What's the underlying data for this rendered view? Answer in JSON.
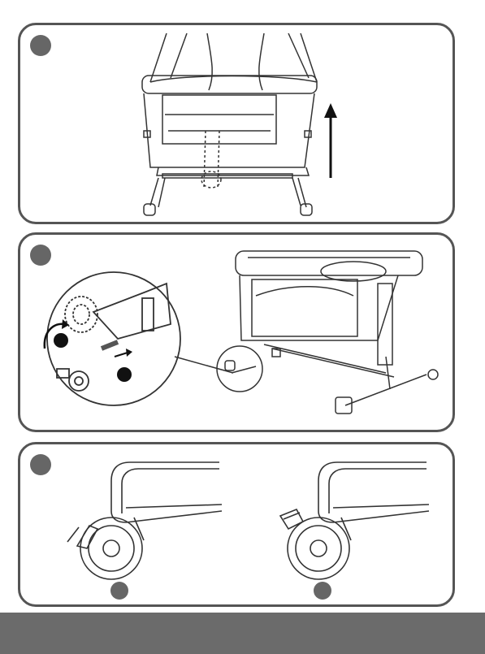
{
  "document": {
    "colors": {
      "panel_border": "#555555",
      "step_dot": "#666666",
      "footer_bar": "#6b6b6b",
      "line": "#333333"
    },
    "panels": [
      {
        "id": "raise-bassinet",
        "icons": [
          "step-marker-icon",
          "crib-raised-illustration",
          "up-arrow-icon"
        ]
      },
      {
        "id": "height-adjust-detail",
        "icons": [
          "step-marker-icon",
          "crib-side-view-illustration",
          "magnifier-callout-icon",
          "rotate-arrow-icon",
          "press-arrow-icon"
        ]
      },
      {
        "id": "wheel-brake",
        "icons": [
          "step-marker-icon",
          "wheel-unlocked-illustration",
          "wheel-locked-illustration"
        ]
      }
    ]
  }
}
